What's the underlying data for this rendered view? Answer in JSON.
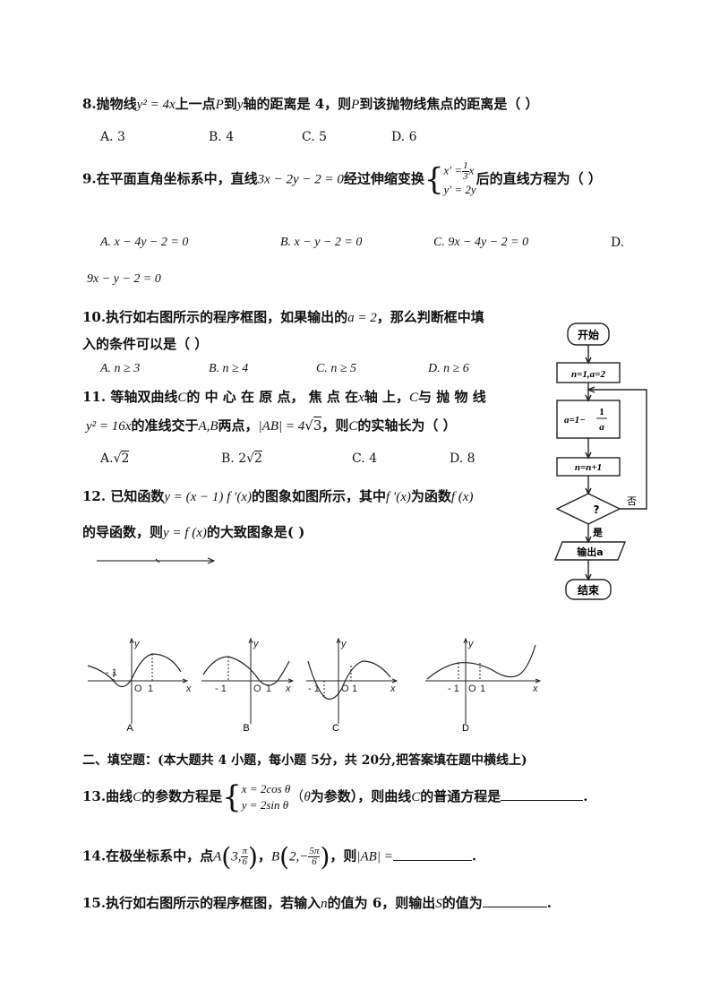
{
  "q8": {
    "text": "8.抛物线",
    "eq": "y² = 4x",
    "text2": "上一点",
    "P1": "P",
    "text3": "到",
    "axis": "y",
    "text4": "轴的距离是 4，则",
    "P2": "P",
    "text5": "到该抛物线焦点的距离是（     ）",
    "options": [
      "A.  3",
      "B.  4",
      "C.  5",
      "D.  6"
    ]
  },
  "q9": {
    "text": "9.在平面直角坐标系中，直线",
    "line": "3x − 2y − 2 = 0",
    "text2": "经过伸缩变换",
    "t1_lhs": "x′ =",
    "t1_num": "1",
    "t1_den": "3",
    "t1_var": "x",
    "t2": "y′ = 2y",
    "text3": "后的直线方程为（     ）",
    "options": [
      "A. x − 4y − 2 = 0",
      "B. x − y − 2 = 0",
      "C. 9x − 4y − 2 = 0",
      "D."
    ],
    "option_d_cont": "9x − y − 2 = 0"
  },
  "q10": {
    "line1a": "10.执行如右图所示的程序框图，如果输出的",
    "cond": "a = 2",
    "line1b": "，那么判断框中填",
    "line2": "入的条件可以是（     ）",
    "options": [
      "A.  n ≥ 3",
      "B.  n ≥ 4",
      "C.  n ≥ 5",
      "D.  n ≥ 6"
    ]
  },
  "q11": {
    "line1a": "11. 等轴双曲线",
    "C1": "C",
    "line1b": "的 中 心 在 原 点， 焦 点 在",
    "xaxis": "x",
    "line1c": "轴 上，",
    "C2": "C",
    "line1d": "与 抛 物 线",
    "parab": "y² = 16x",
    "line2a": "的准线交于",
    "AB": "A,B",
    "line2b": "两点，",
    "absAB": "|AB| = 4",
    "sqrt3": "3",
    "line2c": "，则",
    "C3": "C",
    "line2d": "的实轴长为（     ）",
    "optA_pre": "A.",
    "optA_rad": "2",
    "optB_pre": "B. 2",
    "optB_rad": "2",
    "optC": "C. 4",
    "optD": "D. 8"
  },
  "q12": {
    "line1a": "12. 已知函数",
    "func": "y = (x − 1) f ′(x)",
    "line1b": "的图象如图所示，其中",
    "fprime": "f ′(x)",
    "line1c": "为函数",
    "f": "f (x)",
    "line2a": "的导函数，则",
    "yf": "y = f (x)",
    "line2b": "的大致图象是(     )",
    "graph_letters": [
      "A",
      "B",
      "C",
      "D"
    ]
  },
  "flowchart": {
    "start": "开始",
    "init": "n=1,a=2",
    "assign_lhs": "a=1−",
    "assign_num": "1",
    "assign_den": "a",
    "inc": "n=n+1",
    "decision": "?",
    "yes": "是",
    "no": "否",
    "output": "输出a",
    "end": "结束"
  },
  "section2": {
    "heading": "二、填空题：(本大题共 4 小题，每小题 5分，共 20分,把答案填在题中横线上)"
  },
  "q13": {
    "text": "13.曲线",
    "C": "C",
    "text2": "的参数方程是",
    "e1": "x = 2cos θ",
    "e2": "y = 2sin θ",
    "text3": "（",
    "theta": "θ",
    "text4": "为参数），则曲线",
    "C2": "C",
    "text5": "的普通方程是",
    "end": "."
  },
  "q14": {
    "text": "14.在极坐标系中，点",
    "A": "A",
    "A_r": "3,",
    "A_num": "π",
    "A_den": "6",
    "sep": "，",
    "B": "B",
    "B_r": "2,−",
    "B_num": "5π",
    "B_den": "6",
    "text2": "，则",
    "absAB": "|AB| =",
    "end": "."
  },
  "q15": {
    "text": "15.执行如右图所示的程序框图，若输入",
    "n": "n",
    "text2": "的值为 6，则输出",
    "S": "S",
    "text3": "的值为",
    "end": "."
  }
}
